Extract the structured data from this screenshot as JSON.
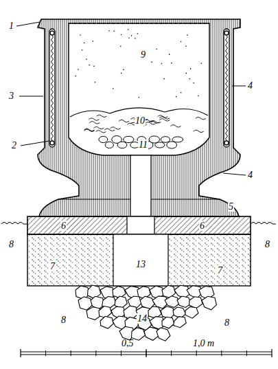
{
  "diagram": {
    "labels": [
      "1",
      "9",
      "3",
      "4",
      "10",
      "11",
      "2",
      "4",
      "5",
      "6",
      "6",
      "8",
      "8",
      "7",
      "13",
      "7",
      "14",
      "8",
      "8",
      "0,5",
      "1,0 m"
    ]
  }
}
